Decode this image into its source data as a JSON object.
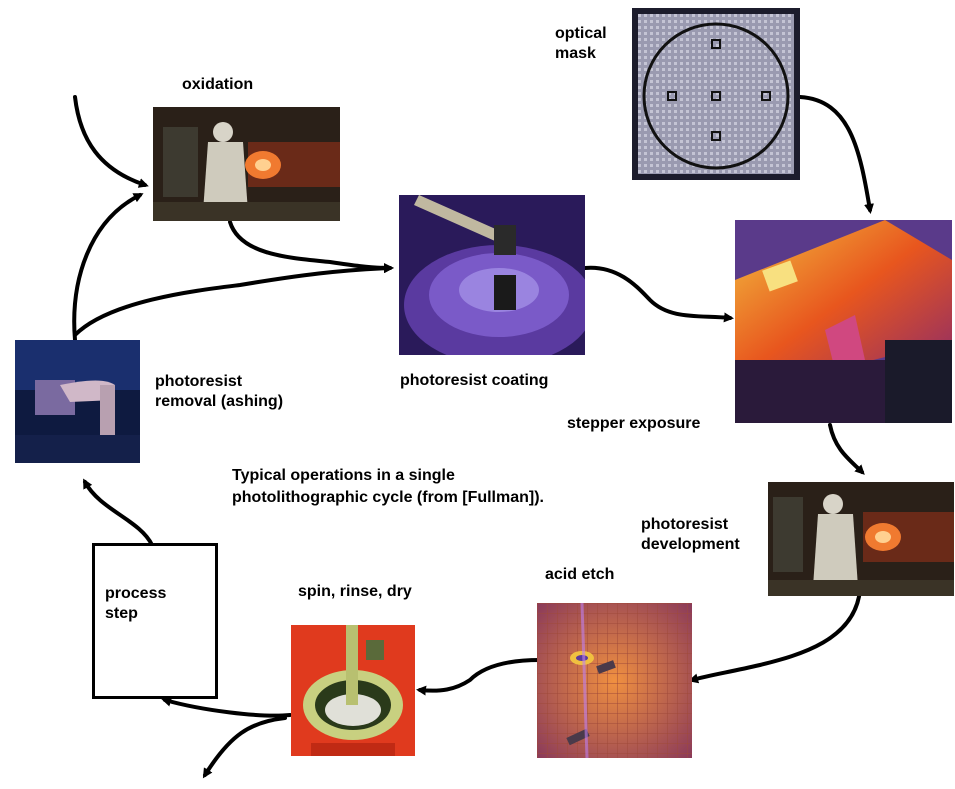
{
  "labels": {
    "oxidation": "oxidation",
    "optical_mask": "optical\nmask",
    "photoresist_coating": "photoresist coating",
    "photoresist_removal": "photoresist\nremoval (ashing)",
    "stepper_exposure": "stepper exposure",
    "caption": "Typical operations in a single\nphotolithographic cycle (from [Fullman]).",
    "photoresist_development": "photoresist\ndevelopment",
    "acid_etch": "acid etch",
    "spin_rinse_dry": "spin, rinse, dry",
    "process_step": "process\nstep"
  },
  "colors": {
    "arrow": "#000000",
    "mask_bg": "#8a8aa0",
    "coating_purple": "#4b2c8a",
    "exposure_orange": "#e8561e",
    "etch_orange": "#d0662a",
    "spin_red": "#e03a1e",
    "ashing_blue": "#1a2f6e",
    "oxidation_dark": "#2a2018"
  }
}
